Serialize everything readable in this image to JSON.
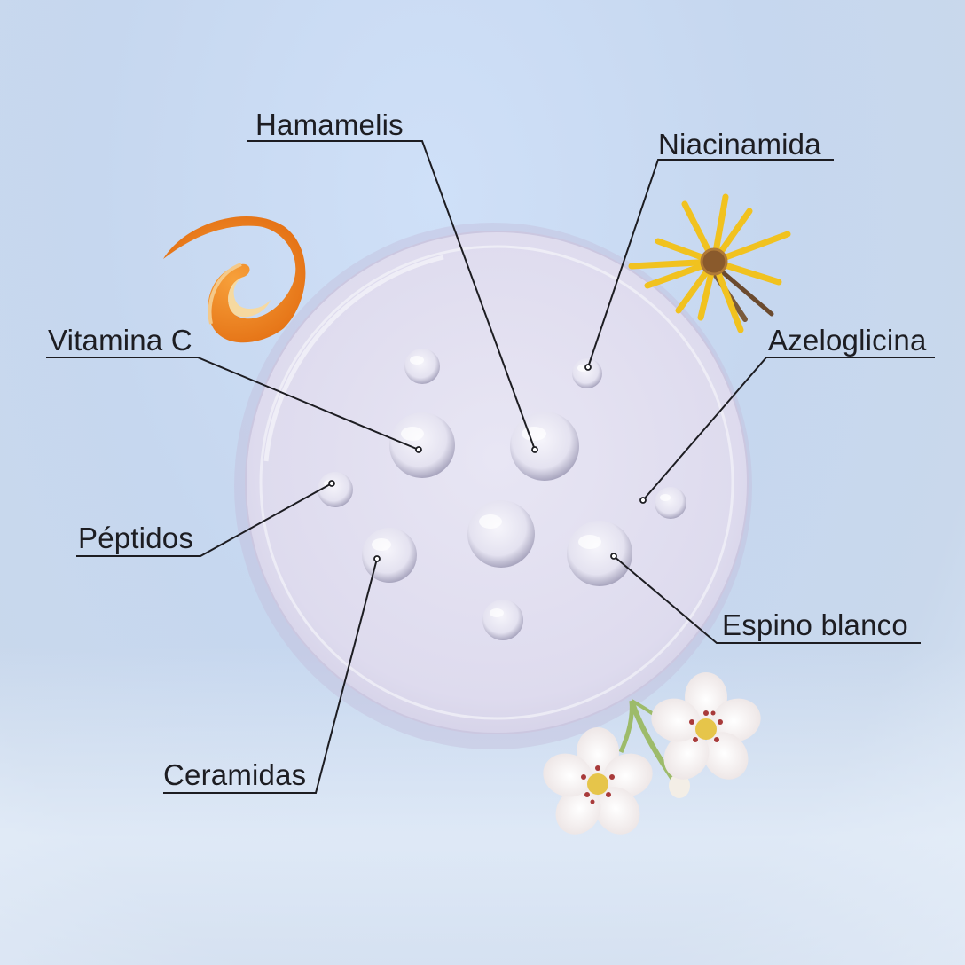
{
  "labels": {
    "hamamelis": "Hamamelis",
    "niacinamida": "Niacinamida",
    "vitamina_c": "Vitamina C",
    "azeloglicina": "Azeloglicina",
    "peptidos": "Péptidos",
    "espino_blanco": "Espino blanco",
    "ceramidas": "Ceramidas"
  },
  "decorations": [
    "orange-peel-icon",
    "witch-hazel-flower-icon",
    "hawthorn-blossom-icon",
    "petri-dish",
    "serum-droplet"
  ],
  "colors": {
    "background": "#c9daf1",
    "text": "#1d1d22",
    "line": "#1d1d22",
    "dish": "#e4e2f2"
  }
}
